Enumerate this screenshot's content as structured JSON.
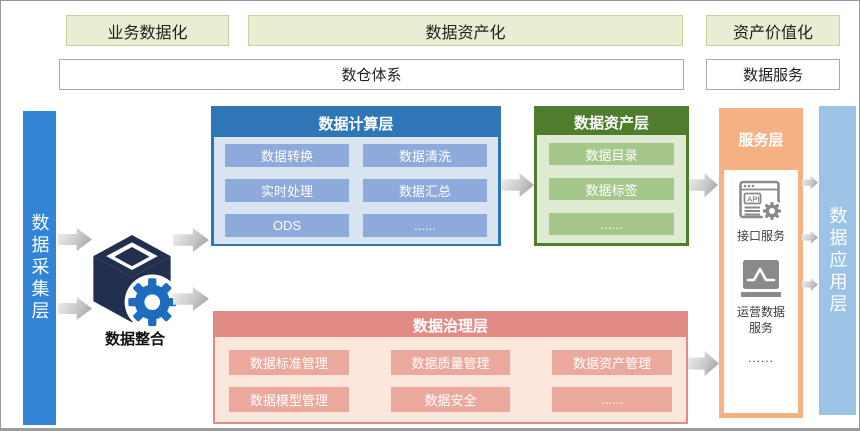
{
  "top": {
    "business_digitization": "业务数据化",
    "data_assetization": "数据资产化",
    "asset_valorization": "资产价值化",
    "warehouse_system": "数仓体系",
    "data_service": "数据服务"
  },
  "collection_layer": {
    "label": "数据采集层"
  },
  "integration": {
    "label": "数据整合",
    "icon": "cube-gear-icon"
  },
  "compute_layer": {
    "title": "数据计算层",
    "items": [
      "数据转换",
      "数据清洗",
      "实时处理",
      "数据汇总",
      "ODS",
      "......"
    ]
  },
  "asset_layer": {
    "title": "数据资产层",
    "items": [
      "数据目录",
      "数据标签",
      "......"
    ]
  },
  "governance_layer": {
    "title": "数据治理层",
    "items": [
      "数据标准管理",
      "数据质量管理",
      "数据资产管理",
      "数据模型管理",
      "数据安全",
      "......"
    ]
  },
  "service_layer": {
    "title": "服务层",
    "api_label": "接口服务",
    "api_icon": "api-window-gear-icon",
    "ops_label": "运营数据服务",
    "ops_icon": "line-chart-monitor-icon",
    "more": "......"
  },
  "application_layer": {
    "label": "数据应用层"
  },
  "colors": {
    "phase_box_bg": "#e9eed2",
    "phase_box_border": "#c6d09e",
    "collection_bar": "#3184d6",
    "compute_header": "#2e76b6",
    "compute_body": "#d9e4f1",
    "compute_cell": "#8ea9db",
    "asset_header": "#507c2e",
    "asset_body": "#dfead3",
    "asset_cell": "#a6c78c",
    "governance_header": "#e28a84",
    "governance_body": "#fbe7dc",
    "governance_cell": "#eba99e",
    "service_frame": "#f5b183",
    "application_bar": "#9cc3e5",
    "cube_navy": "#232f4e",
    "gear_blue": "#1e6cc0",
    "icon_gray": "#8a8a8a",
    "arrow_gray": "#9a9a9a"
  }
}
